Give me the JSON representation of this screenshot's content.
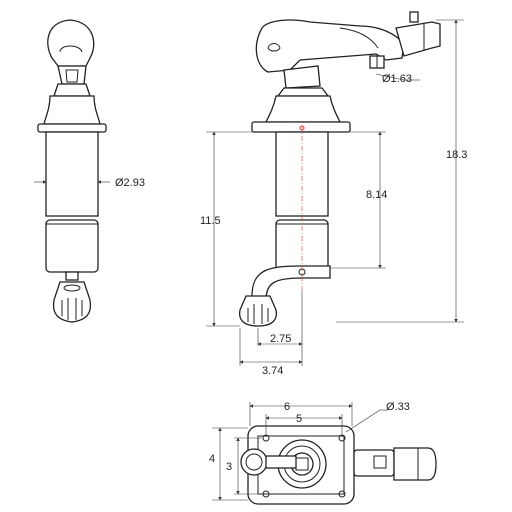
{
  "dimensions": {
    "body_diameter": "Ø2.93",
    "spout_hole_diameter": "Ø1.63",
    "overall_height": "18.3",
    "body_height": "11.5",
    "upper_body_height": "8.14",
    "handle_offset": "2.75",
    "handle_reach": "3.74",
    "base_width": "6",
    "hole_spacing": "5",
    "base_depth": "4",
    "hole_depth_spacing": "3",
    "mount_hole_diameter": "Ø.33"
  },
  "colors": {
    "line": "#222222",
    "centerline": "#d43a3a"
  }
}
